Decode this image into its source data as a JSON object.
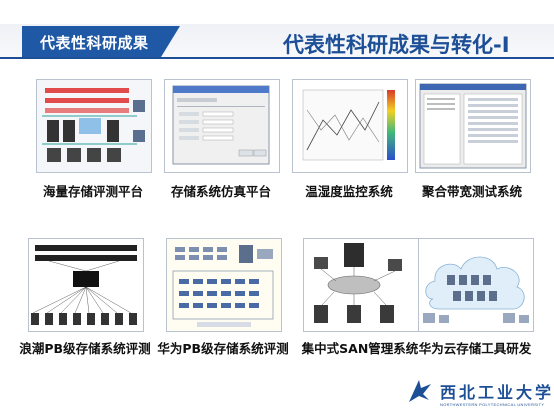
{
  "header": {
    "section_label": "代表性科研成果",
    "title": "代表性科研成果与转化-I"
  },
  "projects": [
    {
      "caption": "海量存储评测平台"
    },
    {
      "caption": "存储系统仿真平台"
    },
    {
      "caption": "温湿度监控系统"
    },
    {
      "caption": "聚合带宽测试系统"
    },
    {
      "caption": "浪潮PB级存储系统评测"
    },
    {
      "caption": "华为PB级存储系统评测"
    },
    {
      "caption": "集中式SAN管理系统"
    },
    {
      "caption": "华为云存储工具研发"
    }
  ],
  "logo": {
    "name": "西北工业大学",
    "english": "NORTHWESTERN POLYTECHNICAL UNIVERSITY"
  },
  "colors": {
    "brand_blue": "#1d4f97",
    "tab_blue": "#1f59a6"
  }
}
